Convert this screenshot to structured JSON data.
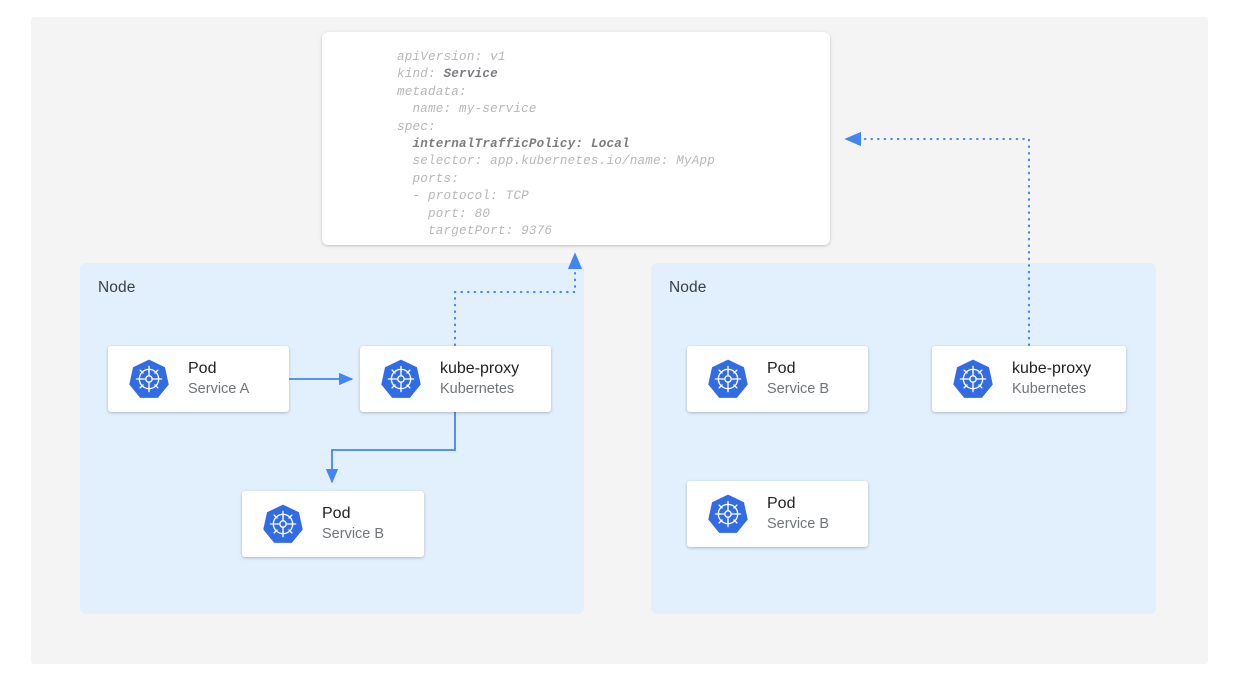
{
  "canvas": {
    "background": "#f4f4f4",
    "page_background": "#ffffff"
  },
  "colors": {
    "node_fill": "#e2effc",
    "arrow_blue": "#4285f4",
    "kubernetes_blue": "#326ce5",
    "card_white": "#ffffff",
    "title_text": "#202124",
    "subtitle_text": "#70757a",
    "yaml_text": "#b6b7b9",
    "yaml_text_bold": "#7a7c80"
  },
  "manifest": {
    "name": "service-yaml-manifest",
    "lines": [
      {
        "text": "apiVersion: v1",
        "bold": false
      },
      {
        "prefix": "kind: ",
        "bold_text": "Service"
      },
      {
        "text": "metadata:",
        "bold": false
      },
      {
        "text": "  name: my-service",
        "bold": false
      },
      {
        "text": "spec:",
        "bold": false
      },
      {
        "prefix": "  ",
        "bold_text": "internalTrafficPolicy: Local"
      },
      {
        "text": "  selector: app.kubernetes.io/name: MyApp",
        "bold": false
      },
      {
        "text": "  ports:",
        "bold": false
      },
      {
        "text": "  - protocol: TCP",
        "bold": false
      },
      {
        "text": "    port: 80",
        "bold": false
      },
      {
        "text": "    targetPort: 9376",
        "bold": false
      }
    ],
    "raw": "apiVersion: v1\nkind: Service\nmetadata:\n  name: my-service\nspec:\n  internalTrafficPolicy: Local\n  selector: app.kubernetes.io/name: MyApp\n  ports:\n  - protocol: TCP\n    port: 80\n    targetPort: 9376",
    "fields": {
      "apiVersion": "v1",
      "kind": "Service",
      "metadata_name": "my-service",
      "internalTrafficPolicy": "Local",
      "selector": "app.kubernetes.io/name: MyApp",
      "port_protocol": "TCP",
      "port": "80",
      "targetPort": "9376"
    }
  },
  "nodes": [
    {
      "id": "node-left",
      "label": "Node",
      "cards": [
        {
          "id": "pod-a",
          "title": "Pod",
          "subtitle": "Service A",
          "icon": "kubernetes-icon"
        },
        {
          "id": "kube-proxy-left",
          "title": "kube-proxy",
          "subtitle": "Kubernetes",
          "icon": "kubernetes-icon"
        },
        {
          "id": "pod-b-left",
          "title": "Pod",
          "subtitle": "Service B",
          "icon": "kubernetes-icon"
        }
      ]
    },
    {
      "id": "node-right",
      "label": "Node",
      "cards": [
        {
          "id": "pod-b-right-top",
          "title": "Pod",
          "subtitle": "Service B",
          "icon": "kubernetes-icon"
        },
        {
          "id": "kube-proxy-right",
          "title": "kube-proxy",
          "subtitle": "Kubernetes",
          "icon": "kubernetes-icon"
        },
        {
          "id": "pod-b-right-bot",
          "title": "Pod",
          "subtitle": "Service B",
          "icon": "kubernetes-icon"
        }
      ]
    }
  ],
  "connectors": [
    {
      "name": "pod-a-to-kube-proxy",
      "style": "solid",
      "color": "#4285f4",
      "arrow": true
    },
    {
      "name": "kube-proxy-to-pod-b",
      "style": "solid",
      "color": "#4285f4",
      "arrow": true
    },
    {
      "name": "kube-proxy-left-to-manifest",
      "style": "dotted",
      "color": "#4285f4",
      "arrow": true
    },
    {
      "name": "kube-proxy-right-to-manifest",
      "style": "dotted",
      "color": "#4285f4",
      "arrow": true
    }
  ]
}
